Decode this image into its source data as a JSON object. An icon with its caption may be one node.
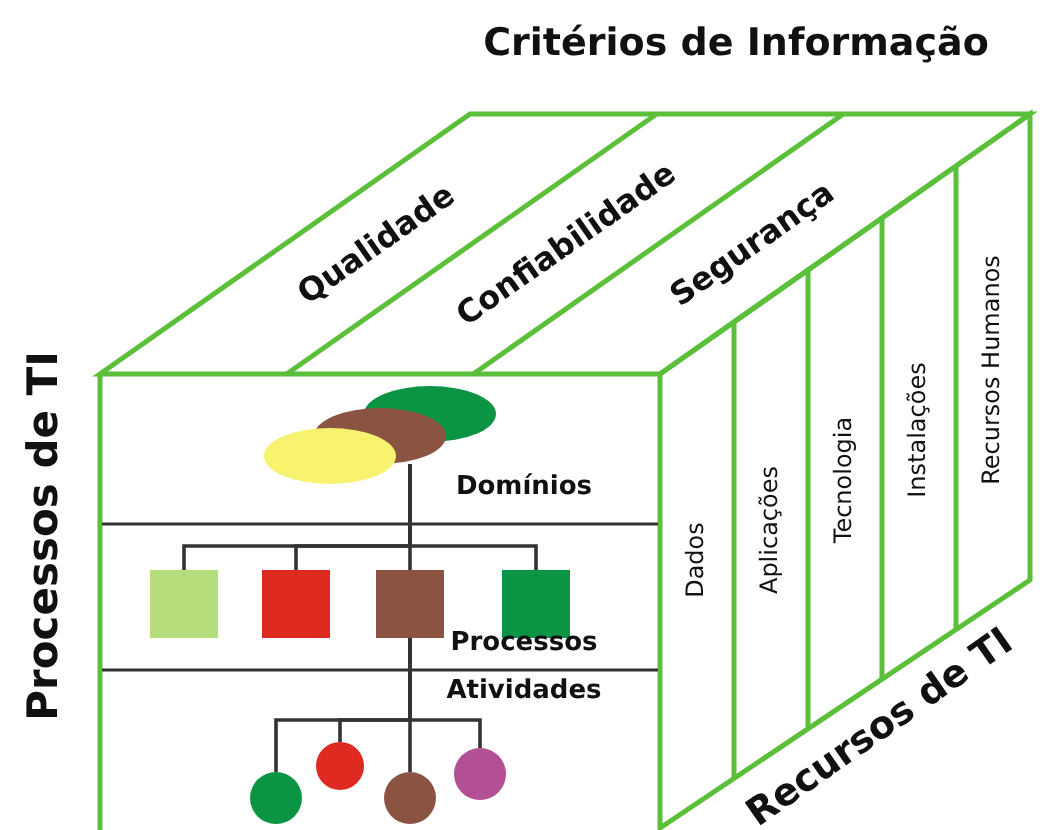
{
  "diagram": {
    "nodes": [
      {
        "text": [
          "Qualidade"
        ]
      },
      {
        "text": [
          "Confiabilidade"
        ]
      },
      {
        "text": [
          "Segurança"
        ]
      },
      {
        "text": [
          "Dados"
        ]
      },
      {
        "text": [
          "Aplicações"
        ]
      },
      {
        "text": [
          "Tecnologia"
        ]
      },
      {
        "text": [
          "Instalações"
        ]
      },
      {
        "text": [
          "Recursos Humanos"
        ]
      },
      {
        "text": [],
        "shape": "ellipse"
      },
      {
        "text": [],
        "shape": "ellipse"
      },
      {
        "text": [],
        "shape": "ellipse"
      },
      {
        "text": [],
        "shape": "box"
      },
      {
        "text": [],
        "shape": "box"
      },
      {
        "text": [],
        "shape": "box"
      },
      {
        "text": [],
        "shape": "box"
      },
      {
        "text": [],
        "shape": "circle"
      },
      {
        "text": [],
        "shape": "circle"
      },
      {
        "text": [],
        "shape": "circle"
      },
      {
        "text": [],
        "shape": "circle"
      }
    ],
    "edges": [
      {
        "from": 9,
        "to": 11,
        "arrow": "none"
      },
      {
        "from": 9,
        "to": 12,
        "arrow": "none"
      },
      {
        "from": 9,
        "to": 13,
        "arrow": "none"
      },
      {
        "from": 9,
        "to": 14,
        "arrow": "none"
      },
      {
        "from": 13,
        "to": 15,
        "arrow": "none"
      },
      {
        "from": 13,
        "to": 16,
        "arrow": "none"
      },
      {
        "from": 13,
        "to": 17,
        "arrow": "none"
      },
      {
        "from": 13,
        "to": 18,
        "arrow": "none"
      }
    ],
    "labels": [
      "Critérios de Informação",
      "Processos de TI",
      "Domínios",
      "Processos",
      "Atividades",
      "Recursos de TI"
    ]
  }
}
